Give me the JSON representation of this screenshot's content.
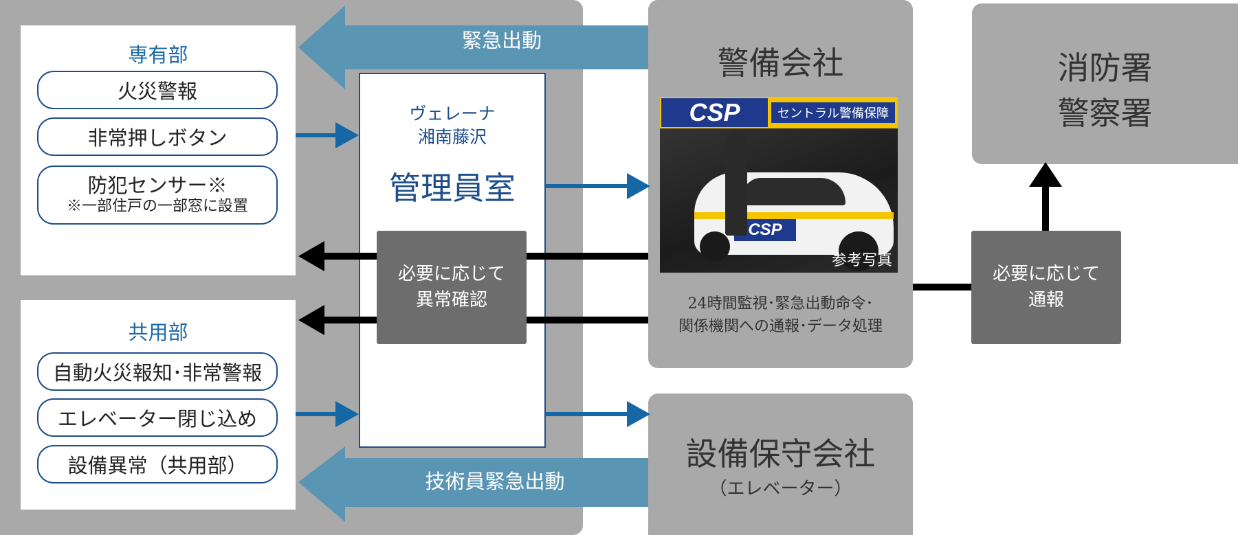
{
  "left_panel": {
    "private_section": {
      "title": "専有部",
      "items": [
        "火災警報",
        "非常押しボタン",
        "防犯センサー※"
      ],
      "note": "※一部住戸の一部窓に設置"
    },
    "common_section": {
      "title": "共用部",
      "items": [
        "自動火災報知･非常警報",
        "エレベーター閉じ込め",
        "設備異常（共用部）"
      ]
    }
  },
  "management": {
    "property_line1": "ヴェレーナ",
    "property_line2": "湘南藤沢",
    "room": "管理員室"
  },
  "check_box": {
    "line1": "必要に応じて",
    "line2": "異常確認"
  },
  "security_company": {
    "title": "警備会社",
    "logo_text": "CSP",
    "logo_caption": "セントラル警備保障",
    "photo_caption": "参考写真",
    "desc_line1": "24時間監視･緊急出動命令･",
    "desc_line2": "関係機関への通報･データ処理"
  },
  "authorities": {
    "line1": "消防署",
    "line2": "警察署"
  },
  "notify_box": {
    "line1": "必要に応じて",
    "line2": "通報"
  },
  "maintenance": {
    "title": "設備保守会社",
    "subtitle": "（エレベーター）"
  },
  "arrows": {
    "emergency_dispatch": "緊急出動",
    "technician_dispatch": "技術員緊急出動"
  },
  "colors": {
    "panel_gray": "#a9a9a9",
    "dark_box": "#6d6d6d",
    "blue_arrow": "#1567a6",
    "wide_arrow": "#5a96b4",
    "title_blue": "#1b6aa5"
  }
}
